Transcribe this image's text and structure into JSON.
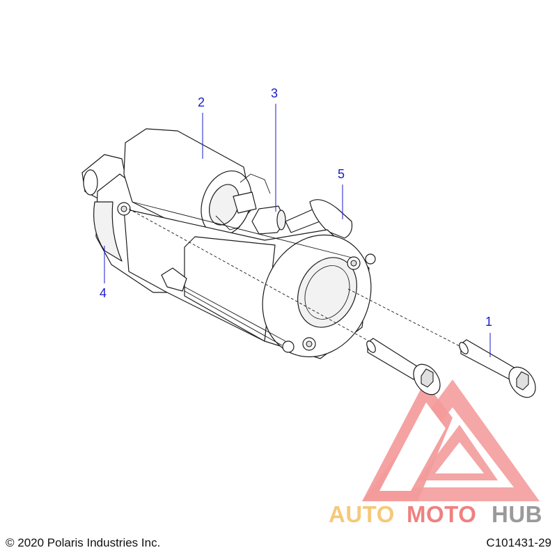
{
  "callouts": [
    {
      "id": "1",
      "label": "1"
    },
    {
      "id": "2",
      "label": "2"
    },
    {
      "id": "3",
      "label": "3"
    },
    {
      "id": "4",
      "label": "4"
    },
    {
      "id": "5",
      "label": "5"
    }
  ],
  "footer": {
    "copyright": "© 2020 Polaris Industries Inc.",
    "drawing_number": "C101431-29"
  },
  "watermark": {
    "brand_part1": "AUTO",
    "brand_part2": "MOTO",
    "brand_part3": "HUB"
  },
  "colors": {
    "callout": "#1a1acc",
    "watermark_yellow": "#f5c97a",
    "watermark_red": "#f08080",
    "watermark_grey": "#9a9a9a"
  }
}
